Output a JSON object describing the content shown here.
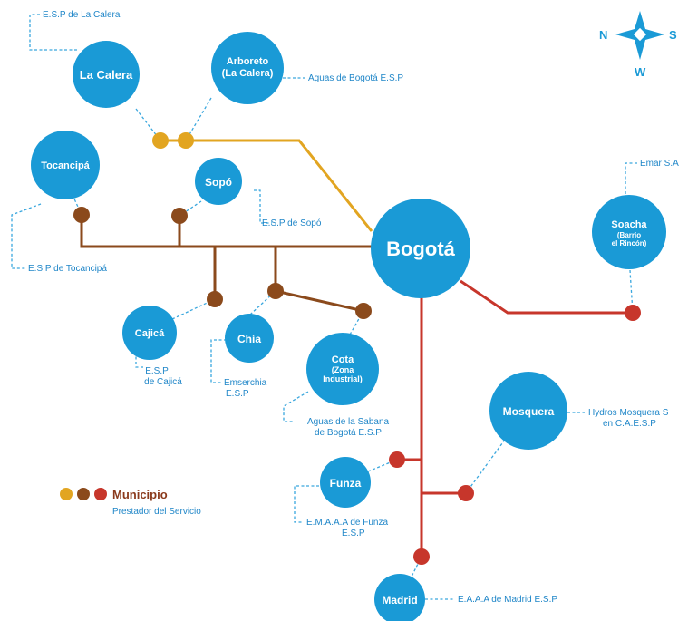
{
  "colors": {
    "city": "#1a9ad6",
    "provider_text": "#1f86c8",
    "gold": "#e2a521",
    "brown": "#8b4a1c",
    "red": "#c7362b"
  },
  "compass": {
    "north": "N",
    "south": "S",
    "west": "W"
  },
  "cities": {
    "bogota": "Bogotá",
    "la_calera": "La Calera",
    "arboreto_1": "Arboreto",
    "arboreto_2": "(La Calera)",
    "tocancipa": "Tocancipá",
    "sopo": "Sopó",
    "cajica": "Cajicá",
    "chia": "Chía",
    "cota_1": "Cota",
    "cota_2": "(Zona",
    "cota_3": "Industrial)",
    "soacha_1": "Soacha",
    "soacha_2": "(Barrio",
    "soacha_3": "el Rincón)",
    "mosquera": "Mosquera",
    "funza": "Funza",
    "madrid": "Madrid"
  },
  "providers": {
    "la_calera": "E.S.P de La Calera",
    "arboreto": "Aguas de Bogotá E.S.P",
    "sopo": "E.S.P de Sopó",
    "tocancipa": "E.S.P de Tocancipá",
    "cajica_1": "E.S.P",
    "cajica_2": "de Cajicá",
    "chia_1": "Emserchia",
    "chia_2": "E.S.P",
    "cota_1": "Aguas de la Sabana",
    "cota_2": "de Bogotá E.S.P",
    "soacha": "Emar S.A",
    "mosquera_1": "Hydros Mosquera S",
    "mosquera_2": "en C.A.E.S.P",
    "funza_1": "E.M.A.A.A de Funza",
    "funza_2": "E.S.P",
    "madrid": "E.A.A.A de Madrid E.S.P"
  },
  "legend": {
    "title": "Municipio",
    "subtitle": "Prestador del Servicio",
    "dot_colors": [
      "#e2a521",
      "#8b4a1c",
      "#c7362b"
    ]
  }
}
